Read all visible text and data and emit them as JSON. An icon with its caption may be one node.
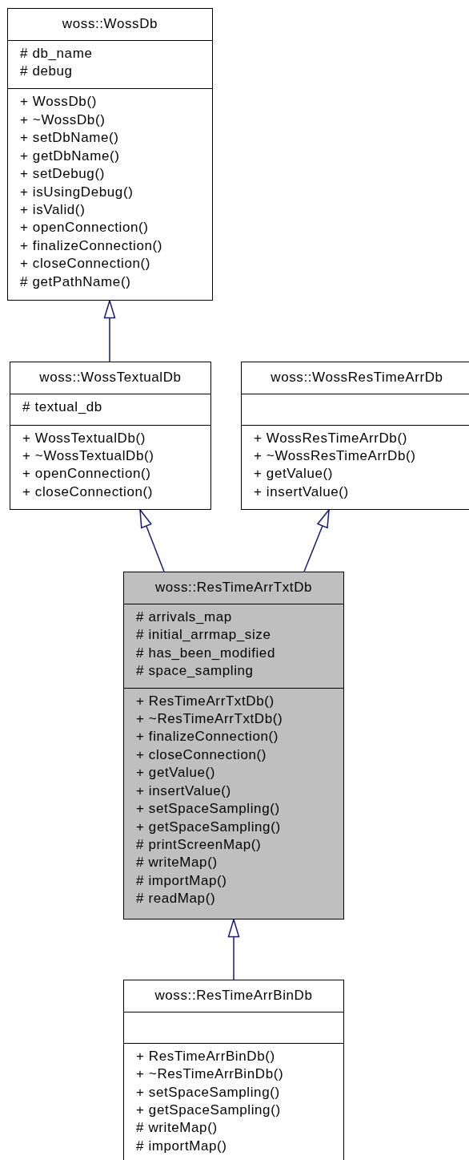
{
  "diagram": {
    "nodes": [
      {
        "text": [
          "woss::WossDb"
        ]
      },
      {
        "text": [
          "# db_name",
          "# debug"
        ],
        "in": 0
      },
      {
        "text": [
          "+ WossDb()",
          "+ ~WossDb()",
          "+ setDbName()",
          "+ getDbName()",
          "+ setDebug()",
          "+ isUsingDebug()",
          "+ isValid()",
          "+ openConnection()",
          "+ finalizeConnection()",
          "+ closeConnection()",
          "# getPathName()"
        ],
        "in": 0
      },
      {
        "text": [
          "woss::WossTextualDb"
        ]
      },
      {
        "text": [
          "# textual_db"
        ],
        "in": 3
      },
      {
        "text": [
          "+ WossTextualDb()",
          "+ ~WossTextualDb()",
          "+ openConnection()",
          "+ closeConnection()"
        ],
        "in": 3
      },
      {
        "text": [
          "woss::WossResTimeArrDb"
        ]
      },
      {
        "text": [],
        "shape": "box",
        "in": 6
      },
      {
        "text": [
          "+ WossResTimeArrDb()",
          "+ ~WossResTimeArrDb()",
          "+ getValue()",
          "+ insertValue()"
        ],
        "in": 6
      },
      {
        "text": [
          "woss::ResTimeArrTxtDb"
        ]
      },
      {
        "text": [
          "# arrivals_map",
          "# initial_arrmap_size",
          "# has_been_modified",
          "# space_sampling"
        ],
        "in": 9
      },
      {
        "text": [
          "+ ResTimeArrTxtDb()",
          "+ ~ResTimeArrTxtDb()",
          "+ finalizeConnection()",
          "+ closeConnection()",
          "+ getValue()",
          "+ insertValue()",
          "+ setSpaceSampling()",
          "+ getSpaceSampling()",
          "# printScreenMap()",
          "# writeMap()",
          "# importMap()",
          "# readMap()"
        ],
        "in": 9
      },
      {
        "text": [
          "woss::ResTimeArrBinDb"
        ]
      },
      {
        "text": [],
        "shape": "box",
        "in": 12
      },
      {
        "text": [
          "+ ResTimeArrBinDb()",
          "+ ~ResTimeArrBinDb()",
          "+ setSpaceSampling()",
          "+ getSpaceSampling()",
          "# writeMap()",
          "# importMap()"
        ],
        "in": 12
      }
    ],
    "edges": [
      {
        "from": 3,
        "to": 0,
        "arrow": "to"
      },
      {
        "from": 9,
        "to": 3,
        "arrow": "to"
      },
      {
        "from": 9,
        "to": 6,
        "arrow": "to"
      },
      {
        "from": 12,
        "to": 9,
        "arrow": "to"
      }
    ]
  }
}
